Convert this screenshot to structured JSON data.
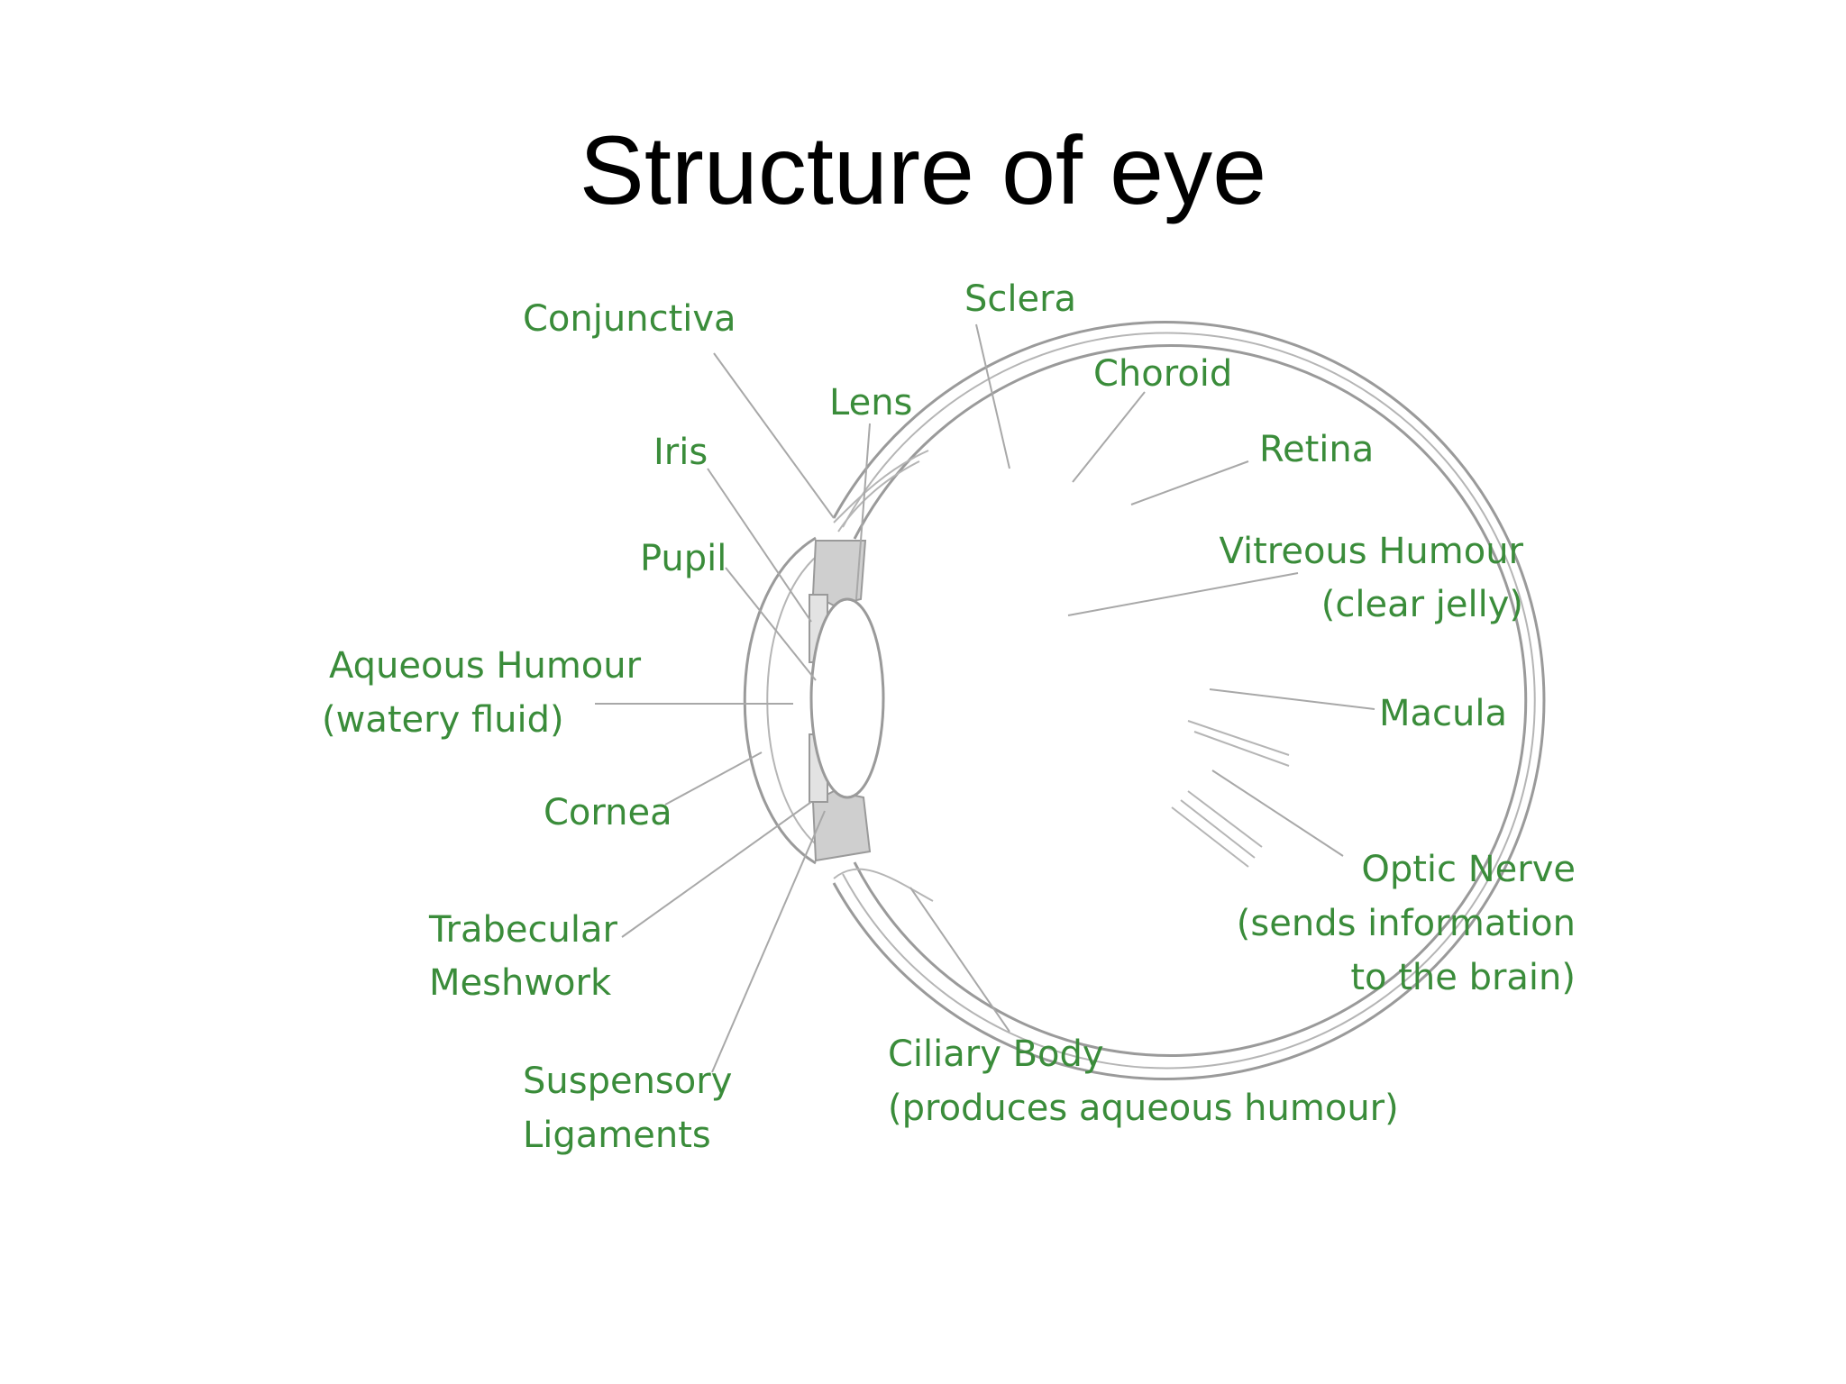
{
  "title": "Structure of eye",
  "colors": {
    "label": "#3a8c3a",
    "outline": "#9a9a9a",
    "ciliary_fill": "#cfcfcf"
  },
  "labels": {
    "conjunctiva": "Conjunctiva",
    "sclera": "Sclera",
    "lens": "Lens",
    "choroid": "Choroid",
    "iris": "Iris",
    "retina": "Retina",
    "pupil": "Pupil",
    "vitreous_1": "Vitreous Humour",
    "vitreous_2": "(clear jelly)",
    "aqueous_1": "Aqueous Humour",
    "aqueous_2": "(watery fluid)",
    "macula": "Macula",
    "cornea": "Cornea",
    "optic_1": "Optic Nerve",
    "optic_2": "(sends information",
    "optic_3": "to the brain)",
    "trabecular_1": "Trabecular",
    "trabecular_2": "Meshwork",
    "ciliary_1": "Ciliary Body",
    "ciliary_2": "(produces aqueous humour)",
    "suspensory_1": "Suspensory",
    "suspensory_2": "Ligaments"
  }
}
